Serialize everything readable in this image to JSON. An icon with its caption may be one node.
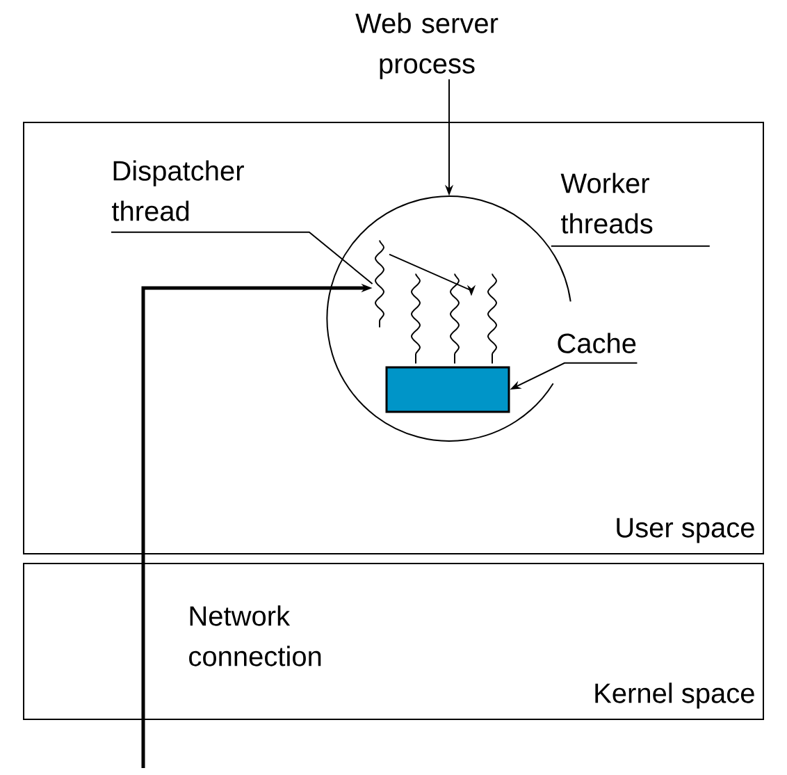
{
  "diagram": {
    "nodes": [
      {
        "text": [
          "User space"
        ]
      },
      {
        "text": [
          "Kernel space"
        ]
      },
      {
        "text": [
          "Web server process"
        ]
      },
      {
        "text": [],
        "shape": "circle",
        "in": 0
      },
      {
        "text": [
          "Dispatcher thread"
        ],
        "in": 0
      },
      {
        "text": [
          "Worker threads"
        ],
        "in": 0
      },
      {
        "text": [
          "Cache"
        ],
        "in": 0
      },
      {
        "text": [],
        "shape": "picture",
        "in": 3
      },
      {
        "text": [],
        "shape": "picture",
        "in": 3
      },
      {
        "text": [],
        "shape": "picture",
        "in": 3
      },
      {
        "text": [],
        "shape": "picture",
        "in": 3
      },
      {
        "text": [],
        "shape": "box",
        "in": 3
      }
    ],
    "edges": [
      {
        "from": 2,
        "to": 3,
        "arrow": "to"
      },
      {
        "from": 4,
        "to": 7,
        "arrow": "none"
      },
      {
        "from": 5,
        "to": null,
        "arrow": "none"
      },
      {
        "from": 6,
        "to": 11,
        "arrow": "to"
      },
      {
        "from": 7,
        "to": 9,
        "arrow": "to"
      },
      {
        "from": null,
        "to": 7,
        "arrow": "to",
        "style": "thick"
      }
    ],
    "labels": [
      "Network connection"
    ]
  }
}
